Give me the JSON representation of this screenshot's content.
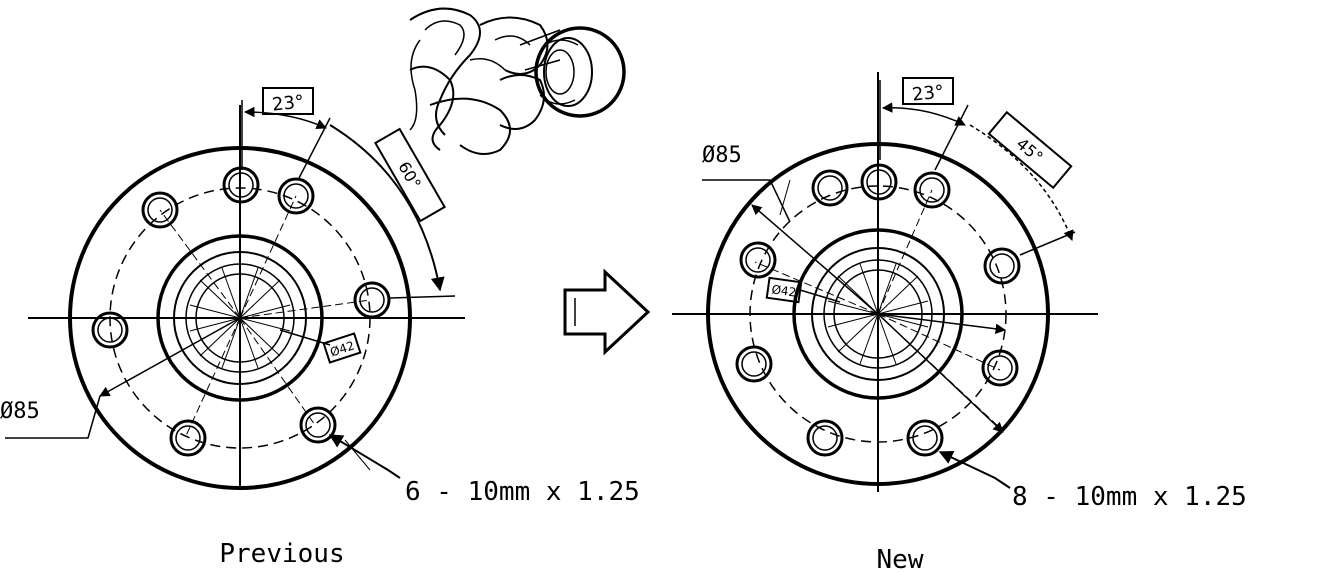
{
  "left_flange": {
    "caption": "Previous",
    "bolt_spec": "6 - 10mm x 1.25",
    "diameter_label": "Ø85",
    "angle_23": "23°",
    "angle_60": "60°",
    "center_dim": "Ø42"
  },
  "right_flange": {
    "caption": "New",
    "bolt_spec": "8 - 10mm x 1.25",
    "diameter_label": "Ø85",
    "angle_23": "23°",
    "angle_45": "45°",
    "center_dim": "Ø42"
  },
  "colors": {
    "ink": "#000000",
    "paper": "#ffffff"
  }
}
